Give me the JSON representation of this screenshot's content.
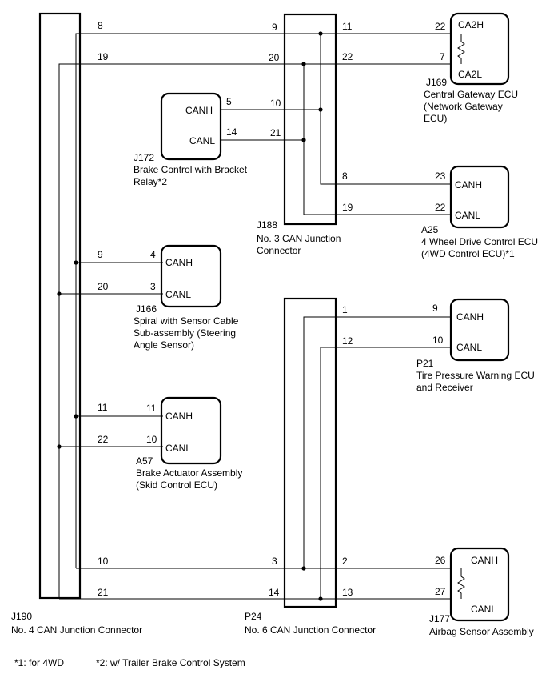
{
  "connectors": {
    "j190": {
      "code": "J190",
      "name": "No. 4 CAN Junction Connector"
    },
    "j188": {
      "code": "J188",
      "name_line1": "No. 3 CAN Junction",
      "name_line2": "Connector"
    },
    "p24": {
      "code": "P24",
      "name": "No. 6 CAN Junction Connector"
    }
  },
  "ecus": {
    "j169": {
      "code": "J169",
      "pin_h": "CA2H",
      "pin_l": "CA2L",
      "name_line1": "Central Gateway ECU",
      "name_line2": "(Network Gateway",
      "name_line3": "ECU)"
    },
    "j172": {
      "code": "J172",
      "pin_h": "CANH",
      "pin_l": "CANL",
      "name_line1": "Brake Control with Bracket",
      "name_line2": "Relay*2"
    },
    "a25": {
      "code": "A25",
      "pin_h": "CANH",
      "pin_l": "CANL",
      "name_line1": "4 Wheel Drive Control ECU",
      "name_line2": "(4WD Control ECU)*1"
    },
    "j166": {
      "code": "J166",
      "pin_h": "CANH",
      "pin_l": "CANL",
      "name_line1": "Spiral with Sensor Cable",
      "name_line2": "Sub-assembly (Steering",
      "name_line3": "Angle Sensor)"
    },
    "p21": {
      "code": "P21",
      "pin_h": "CANH",
      "pin_l": "CANL",
      "name_line1": "Tire Pressure Warning ECU",
      "name_line2": "and Receiver"
    },
    "a57": {
      "code": "A57",
      "pin_h": "CANH",
      "pin_l": "CANL",
      "name_line1": "Brake Actuator Assembly",
      "name_line2": "(Skid Control ECU)"
    },
    "j177": {
      "code": "J177",
      "pin_h": "CANH",
      "pin_l": "CANL",
      "name_line1": "Airbag Sensor Assembly"
    }
  },
  "pins": {
    "j190_8": "8",
    "j190_19": "19",
    "j190_9": "9",
    "j190_20": "20",
    "j190_11": "11",
    "j190_22": "22",
    "j190_10": "10",
    "j190_21": "21",
    "j188_9": "9",
    "j188_20": "20",
    "j188_10": "10",
    "j188_21": "21",
    "j188_11": "11",
    "j188_22": "22",
    "j188_8": "8",
    "j188_19": "19",
    "j169_22": "22",
    "j169_7": "7",
    "j172_5": "5",
    "j172_14": "14",
    "a25_23": "23",
    "a25_22": "22",
    "j166_4": "4",
    "j166_3": "3",
    "a57_11": "11",
    "a57_10": "10",
    "p24_1": "1",
    "p24_12": "12",
    "p24_3": "3",
    "p24_14": "14",
    "p24_2": "2",
    "p24_13": "13",
    "p21_9": "9",
    "p21_10": "10",
    "j177_26": "26",
    "j177_27": "27"
  },
  "footnotes": {
    "note1": "*1: for 4WD",
    "note2": "*2: w/ Trailer Brake Control System"
  }
}
